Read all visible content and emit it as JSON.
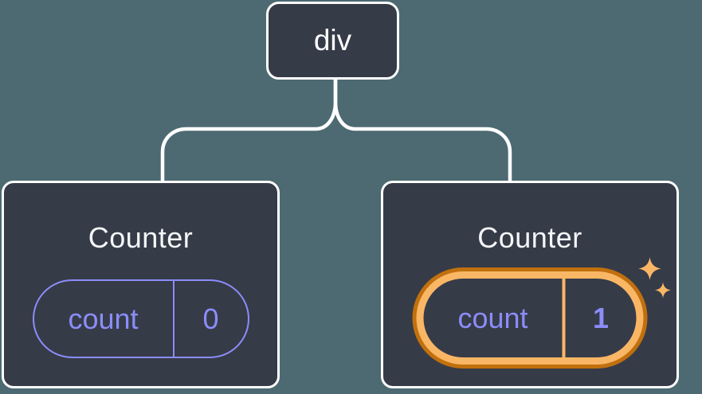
{
  "diagram": {
    "description": "react-component-tree",
    "root_node": {
      "label": "div"
    },
    "counters": [
      {
        "title": "Counter",
        "state": {
          "label": "count",
          "value": "0"
        },
        "highlighted": false
      },
      {
        "title": "Counter",
        "state": {
          "label": "count",
          "value": "1"
        },
        "highlighted": true
      }
    ]
  },
  "colors": {
    "bg": "#4d6a72",
    "card-bg": "#363b48",
    "card-border": "#ffffff",
    "connector": "#ffffff",
    "title": "#f5f6f8",
    "purple": "#8b8df9",
    "orange-dark": "#c1700e",
    "orange-light": "#f9b765"
  }
}
